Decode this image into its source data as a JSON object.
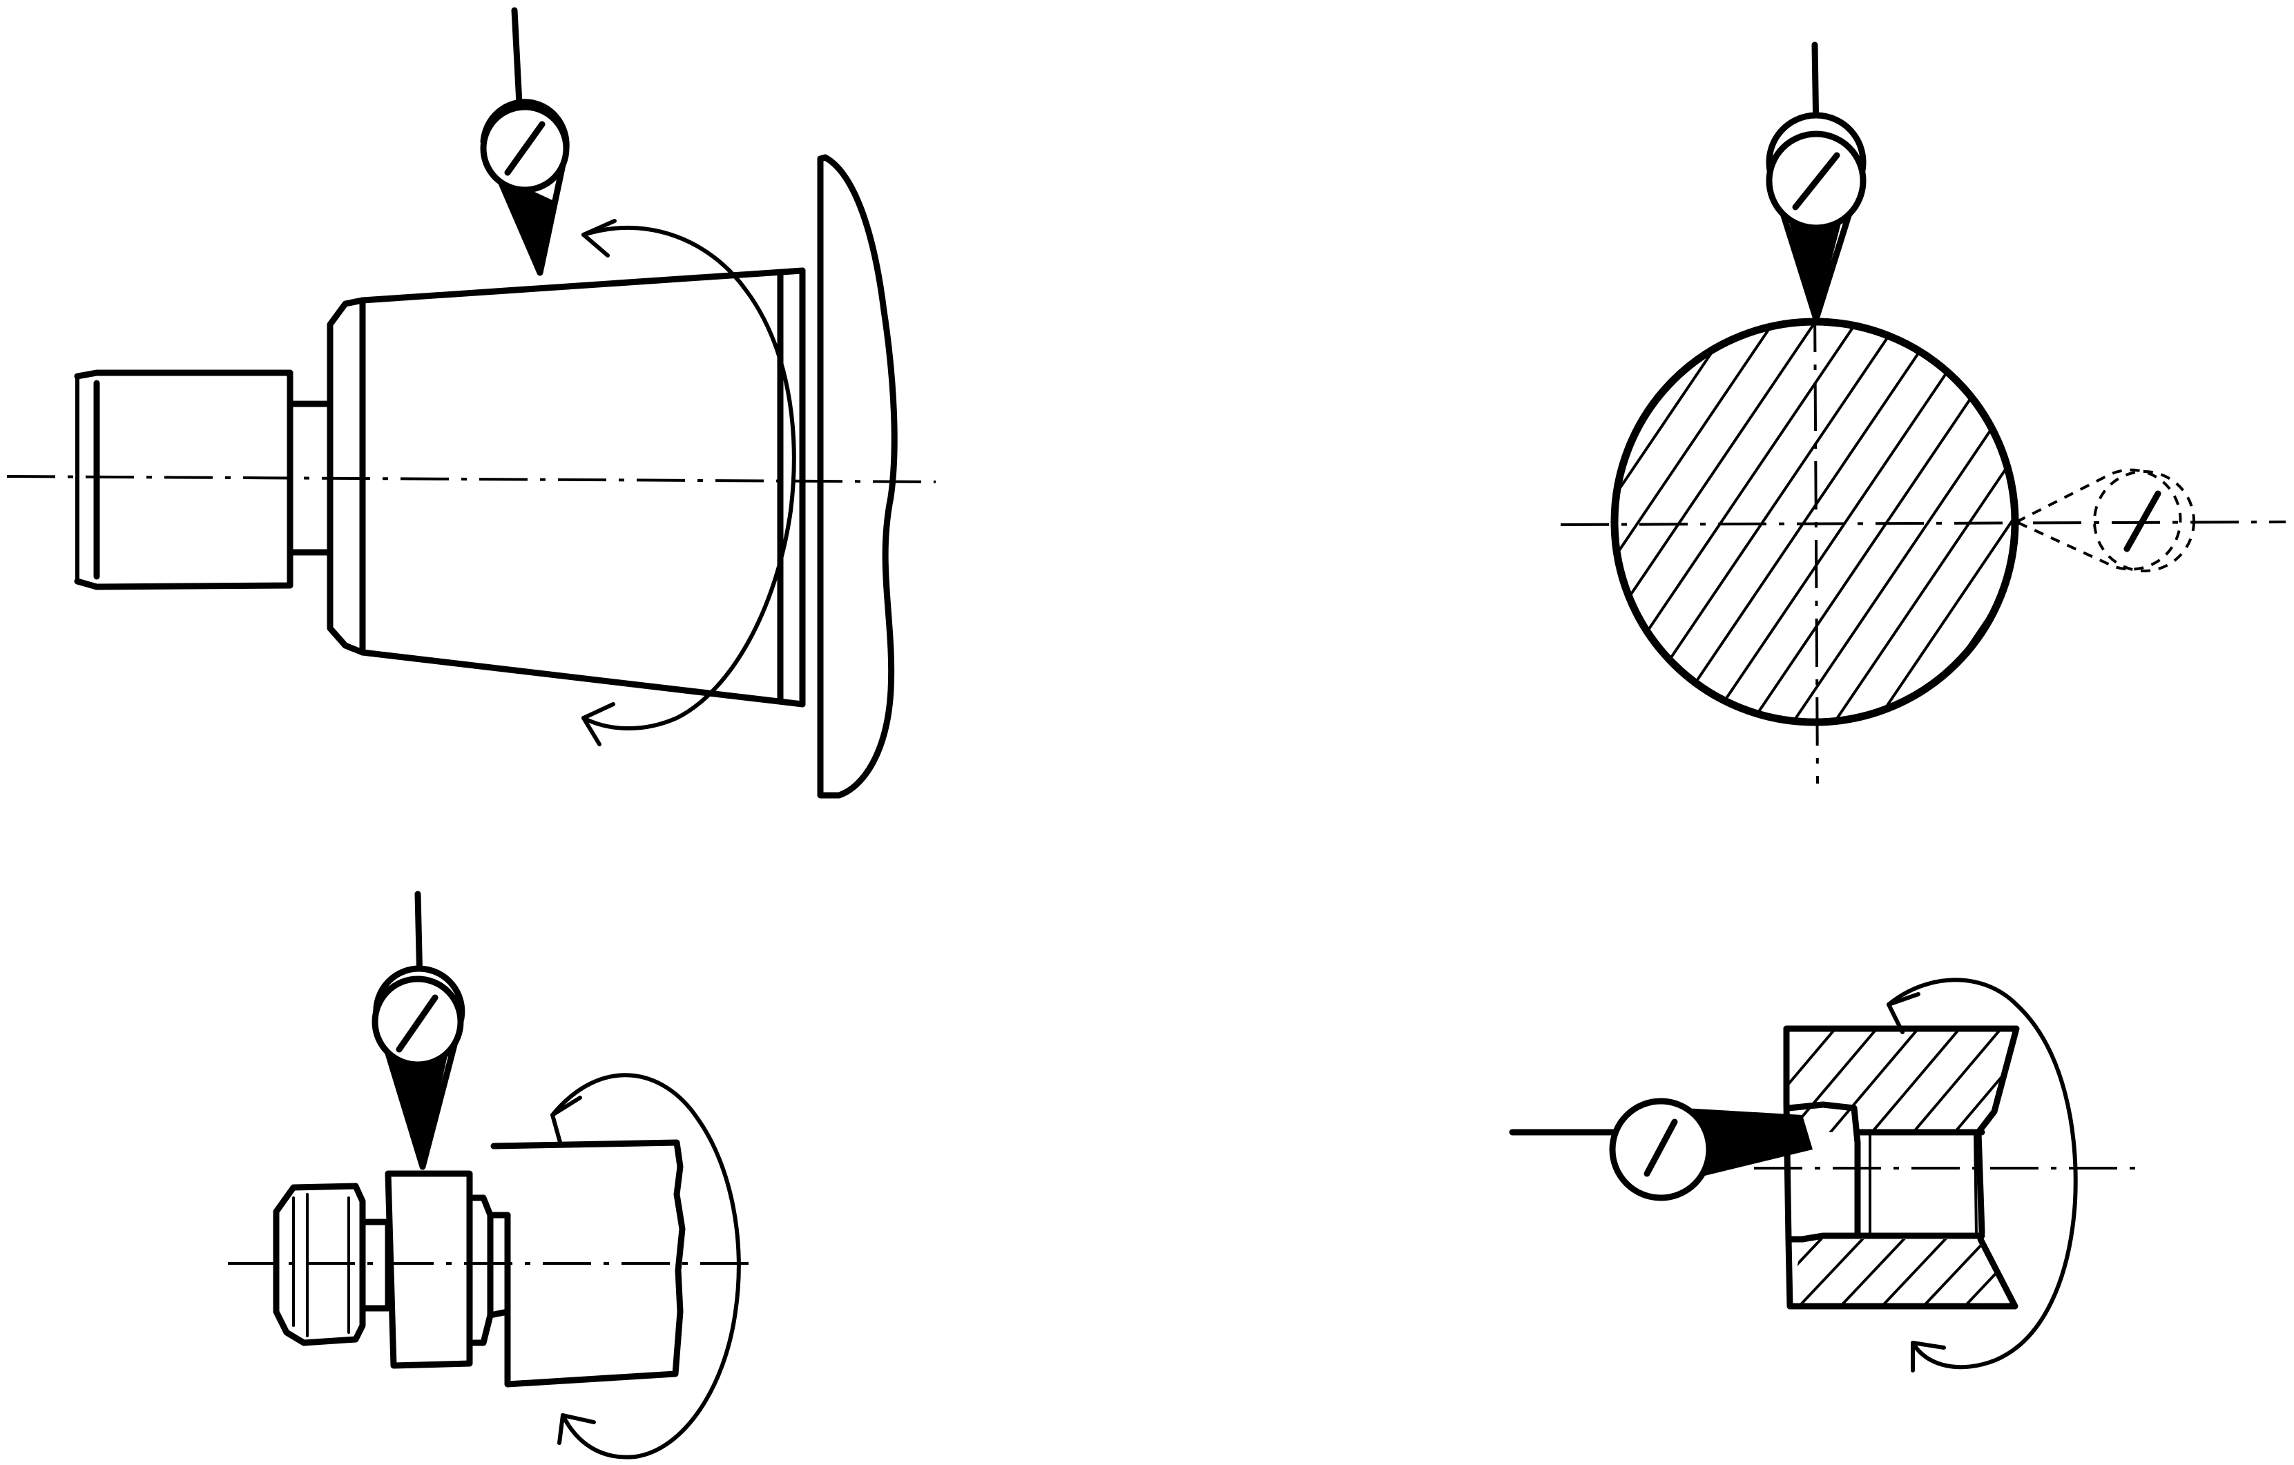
{
  "figure": {
    "views": [
      {
        "id": "stepped-cone-shaft",
        "description_visible": false
      },
      {
        "id": "round-section",
        "description_visible": false
      },
      {
        "id": "small-stepped-shaft",
        "description_visible": false
      },
      {
        "id": "bushing-section",
        "description_visible": false
      }
    ],
    "colors": {
      "ink": "#000000",
      "background": "#ffffff"
    }
  }
}
